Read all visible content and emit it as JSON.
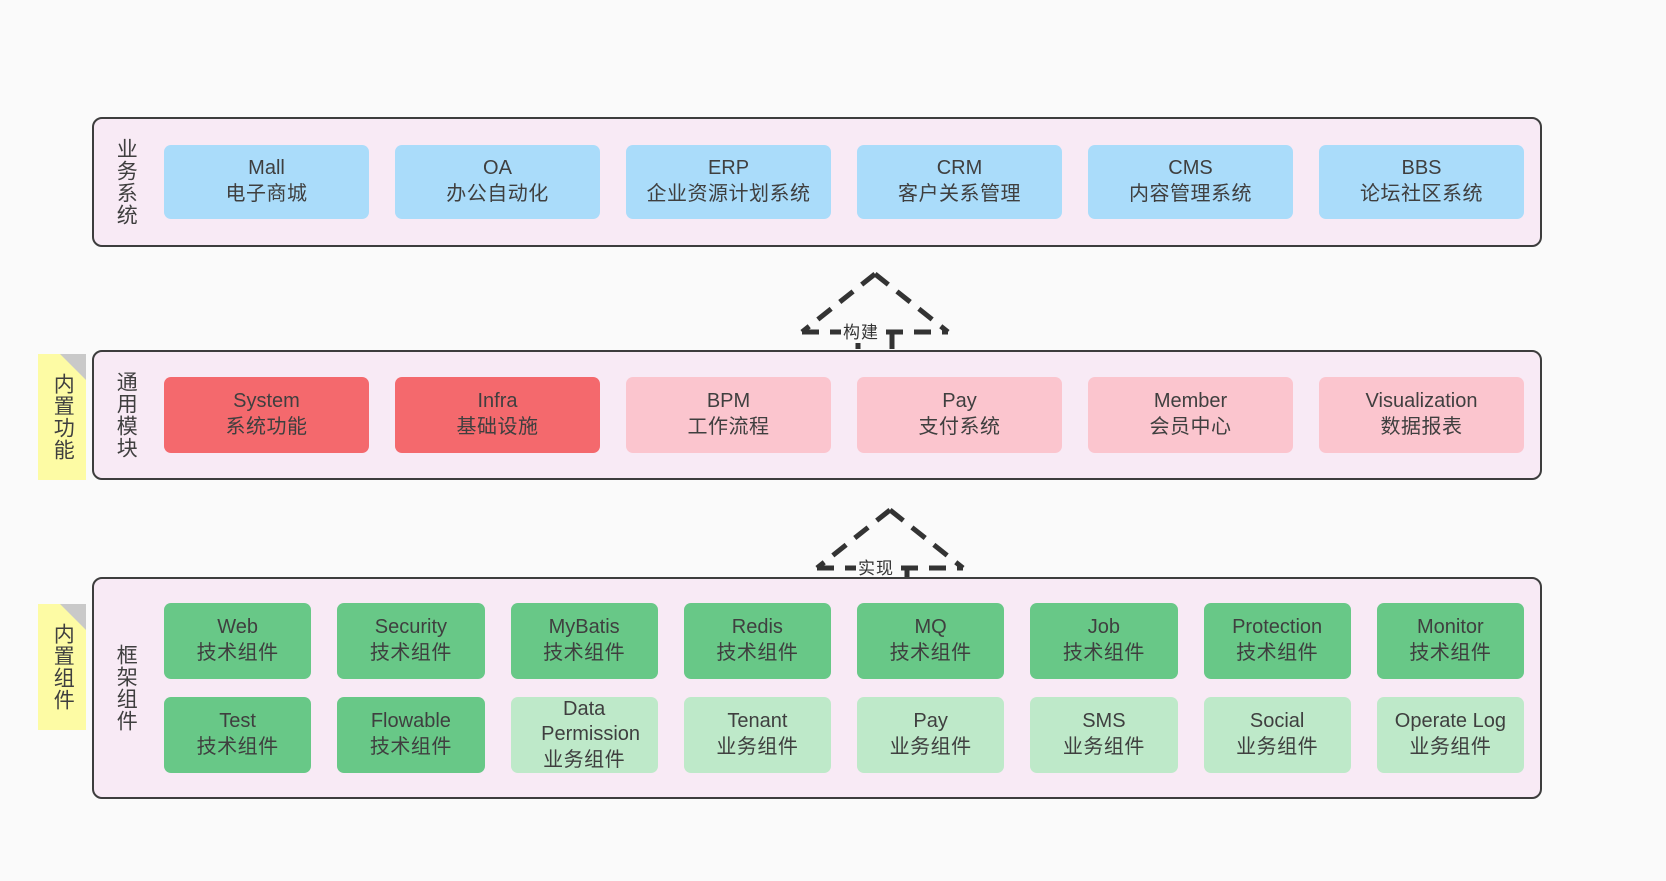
{
  "diagram": {
    "background": "#fafafa",
    "colors": {
      "container_bg": "#f8eaf5",
      "container_border": "#3d3d3d",
      "business_system": "#aadcfa",
      "module_active": "#f4696d",
      "module_plain": "#fbc5ce",
      "tech_component": "#68c887",
      "business_component": "#bee9c9",
      "note_bg": "#fdfba4",
      "note_fold": "#c9c9c9"
    }
  },
  "layers": [
    {
      "id": "business-systems",
      "title": "业务系统",
      "rows": [
        [
          {
            "en": "Mall",
            "cn": "电子商城",
            "style": "c-blue"
          },
          {
            "en": "OA",
            "cn": "办公自动化",
            "style": "c-blue"
          },
          {
            "en": "ERP",
            "cn": "企业资源计划系统",
            "style": "c-blue"
          },
          {
            "en": "CRM",
            "cn": "客户关系管理",
            "style": "c-blue"
          },
          {
            "en": "CMS",
            "cn": "内容管理系统",
            "style": "c-blue"
          },
          {
            "en": "BBS",
            "cn": "论坛社区系统",
            "style": "c-blue"
          }
        ]
      ]
    },
    {
      "id": "common-modules",
      "title": "通用模块",
      "note": "内置功能",
      "rows": [
        [
          {
            "en": "System",
            "cn": "系统功能",
            "style": "c-red"
          },
          {
            "en": "Infra",
            "cn": "基础设施",
            "style": "c-red"
          },
          {
            "en": "BPM",
            "cn": "工作流程",
            "style": "c-pink"
          },
          {
            "en": "Pay",
            "cn": "支付系统",
            "style": "c-pink"
          },
          {
            "en": "Member",
            "cn": "会员中心",
            "style": "c-pink"
          },
          {
            "en": "Visualization",
            "cn": "数据报表",
            "style": "c-pink"
          }
        ]
      ]
    },
    {
      "id": "framework-components",
      "title": "框架组件",
      "note": "内置组件",
      "rows": [
        [
          {
            "en": "Web",
            "cn": "技术组件",
            "style": "c-green"
          },
          {
            "en": "Security",
            "cn": "技术组件",
            "style": "c-green"
          },
          {
            "en": "MyBatis",
            "cn": "技术组件",
            "style": "c-green"
          },
          {
            "en": "Redis",
            "cn": "技术组件",
            "style": "c-green"
          },
          {
            "en": "MQ",
            "cn": "技术组件",
            "style": "c-green"
          },
          {
            "en": "Job",
            "cn": "技术组件",
            "style": "c-green"
          },
          {
            "en": "Protection",
            "cn": "技术组件",
            "style": "c-green"
          },
          {
            "en": "Monitor",
            "cn": "技术组件",
            "style": "c-green"
          }
        ],
        [
          {
            "en": "Test",
            "cn": "技术组件",
            "style": "c-green"
          },
          {
            "en": "Flowable",
            "cn": "技术组件",
            "style": "c-green"
          },
          {
            "en": "Data Permission",
            "cn": "业务组件",
            "style": "c-lightgreen"
          },
          {
            "en": "Tenant",
            "cn": "业务组件",
            "style": "c-lightgreen"
          },
          {
            "en": "Pay",
            "cn": "业务组件",
            "style": "c-lightgreen"
          },
          {
            "en": "SMS",
            "cn": "业务组件",
            "style": "c-lightgreen"
          },
          {
            "en": "Social",
            "cn": "业务组件",
            "style": "c-lightgreen"
          },
          {
            "en": "Operate Log",
            "cn": "业务组件",
            "style": "c-lightgreen"
          }
        ]
      ]
    }
  ],
  "connectors": [
    {
      "id": "build",
      "label": "构建"
    },
    {
      "id": "implement",
      "label": "实现"
    }
  ]
}
